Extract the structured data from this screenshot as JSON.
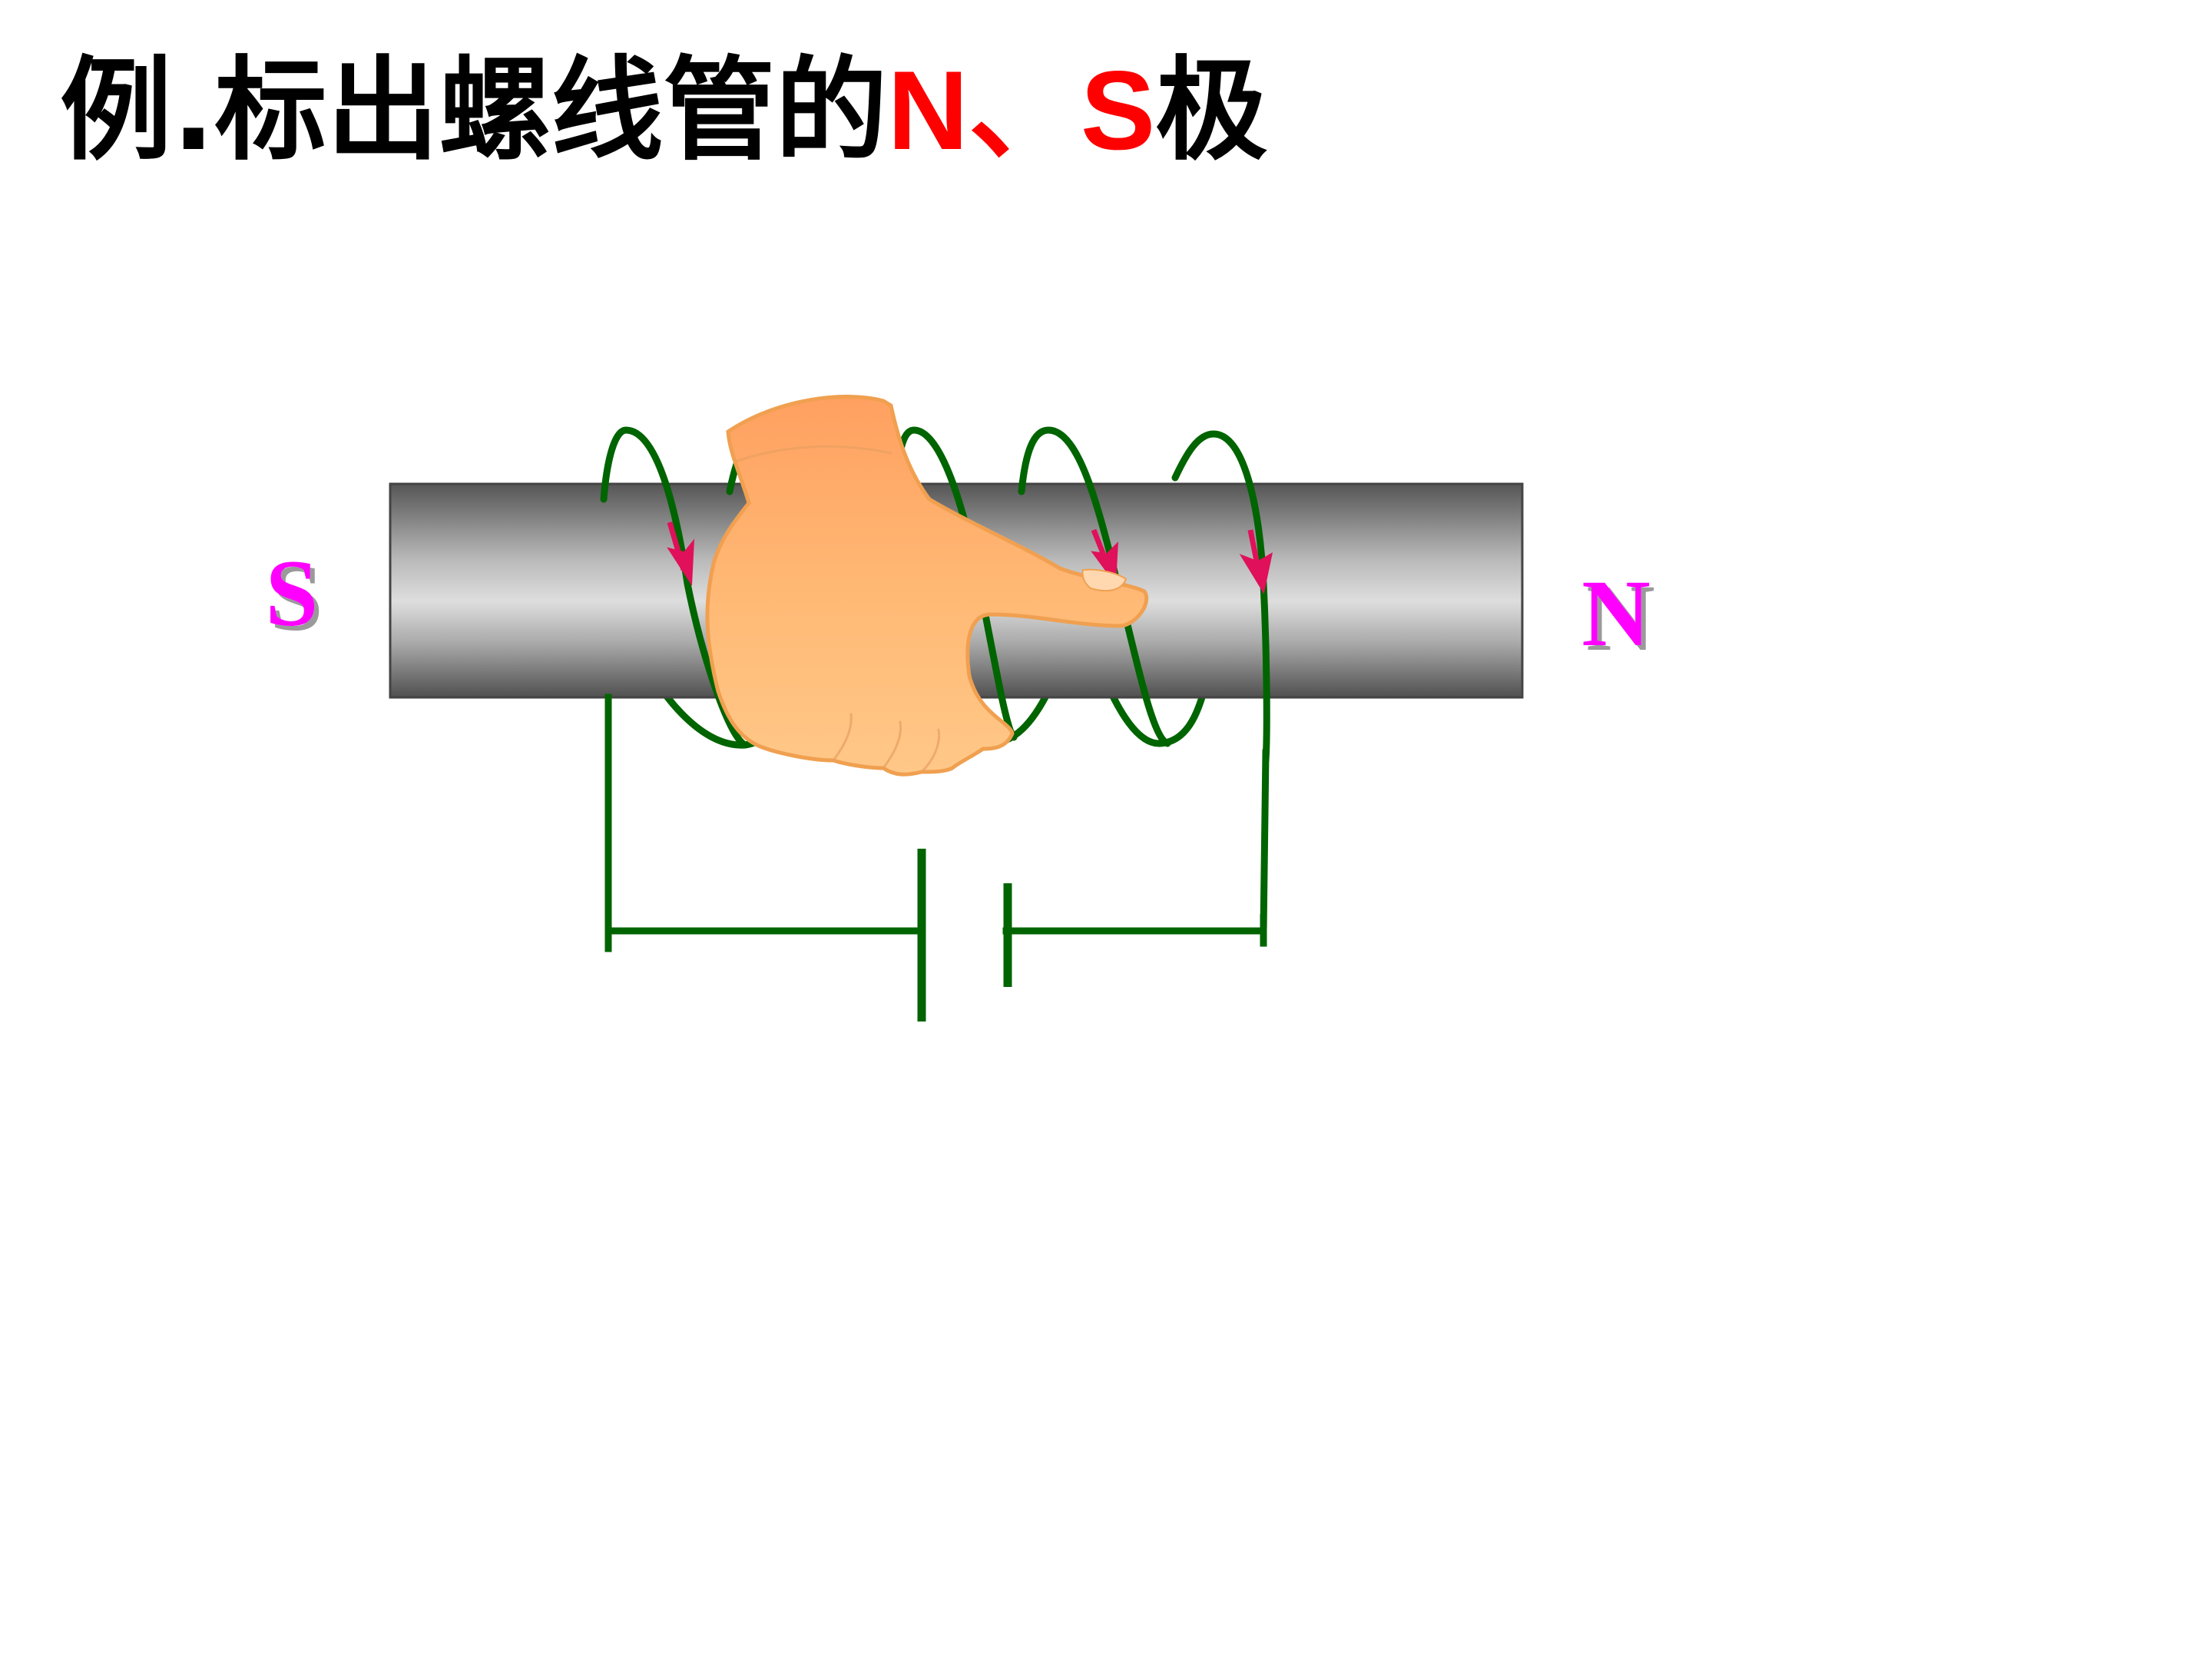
{
  "slide": {
    "title_prefix": "例.标出螺线管的",
    "title_n": "N",
    "title_sep": "、",
    "title_s": "S",
    "title_suffix": "极"
  },
  "diagram": {
    "left_pole": "S",
    "right_pole": "N"
  },
  "colors": {
    "title_text": "#000000",
    "title_accent": "#ff0000",
    "pole_label": "#ff00ff",
    "wire": "#006400",
    "current_arrow": "#e0105a",
    "hand_fill": "#ffb26b",
    "hand_outline": "#f0a050",
    "core_light": "#dcdcdc",
    "core_dark": "#555555"
  },
  "icons": {
    "hand": "right-hand-grip-icon",
    "battery": "battery-symbol-icon",
    "arrow": "current-direction-arrow-icon"
  }
}
